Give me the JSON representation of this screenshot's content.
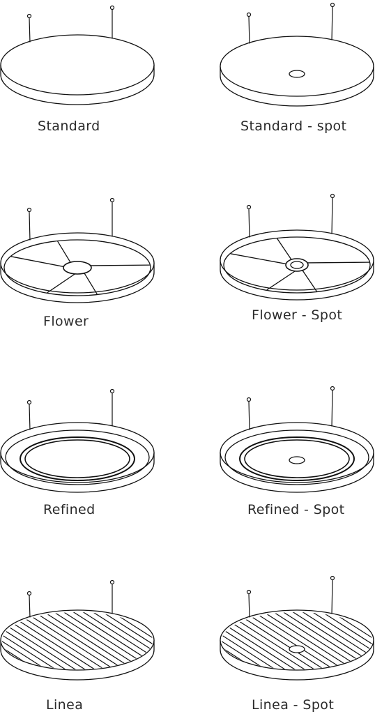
{
  "colors": {
    "line": "#111111",
    "label": "#2a2a2a",
    "background": "#ffffff"
  },
  "variants": [
    {
      "id": "standard",
      "label": "Standard",
      "pattern": "plain",
      "spot": false
    },
    {
      "id": "standard-spot",
      "label": "Standard - spot",
      "pattern": "plain",
      "spot": true
    },
    {
      "id": "flower",
      "label": "Flower",
      "pattern": "flower",
      "spot": false
    },
    {
      "id": "flower-spot",
      "label": "Flower - Spot",
      "pattern": "flower",
      "spot": true
    },
    {
      "id": "refined",
      "label": "Refined",
      "pattern": "refined",
      "spot": false
    },
    {
      "id": "refined-spot",
      "label": "Refined - Spot",
      "pattern": "refined",
      "spot": true
    },
    {
      "id": "linea",
      "label": "Linea",
      "pattern": "linea",
      "spot": false
    },
    {
      "id": "linea-spot",
      "label": "Linea - Spot",
      "pattern": "linea",
      "spot": true
    }
  ]
}
